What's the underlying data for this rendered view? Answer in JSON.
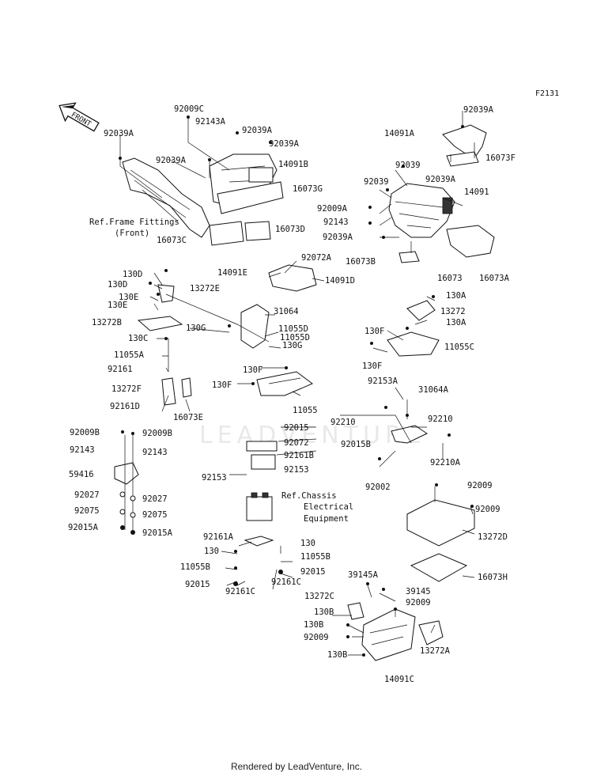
{
  "figure_code": "F2131",
  "front_label": "FRONT",
  "watermark": "LEADVENTURE",
  "footer": "Rendered by LeadVenture, Inc.",
  "refs": {
    "frame_1": "Ref.Frame Fittings",
    "frame_2": "(Front)",
    "chassis_1": "Ref.Chassis",
    "chassis_2": "Electrical",
    "chassis_3": "Equipment"
  },
  "labels": [
    "92009C",
    "92143A",
    "92039A",
    "92039A",
    "92039A",
    "14091B",
    "92039A",
    "16073G",
    "16073D",
    "16073C",
    "92039A",
    "14091A",
    "16073F",
    "92039",
    "92039",
    "92039A",
    "92009A",
    "92143",
    "14091",
    "92039A",
    "16073B",
    "16073",
    "16073A",
    "92072A",
    "14091E",
    "14091D",
    "130D",
    "130D",
    "13272E",
    "130E",
    "130E",
    "13272B",
    "31064",
    "130G",
    "11055D",
    "11055D",
    "130G",
    "130C",
    "11055A",
    "92161",
    "130F",
    "130F",
    "11055",
    "13272F",
    "92161D",
    "16073E",
    "130A",
    "13272",
    "130A",
    "130F",
    "11055C",
    "130F",
    "92153A",
    "31064A",
    "92210",
    "92210",
    "92015B",
    "92210A",
    "92002",
    "92009B",
    "92009B",
    "92143",
    "92143",
    "59416",
    "92027",
    "92027",
    "92075",
    "92075",
    "92015A",
    "92015A",
    "92015",
    "92072",
    "92161B",
    "92153",
    "92153",
    "92161A",
    "130",
    "130",
    "11055B",
    "11055B",
    "92015",
    "92015",
    "92161C",
    "92161C",
    "92009",
    "92009",
    "13272D",
    "16073H",
    "39145A",
    "13272C",
    "39145",
    "92009",
    "130B",
    "130B",
    "92009",
    "130B",
    "13272A",
    "14091C"
  ]
}
